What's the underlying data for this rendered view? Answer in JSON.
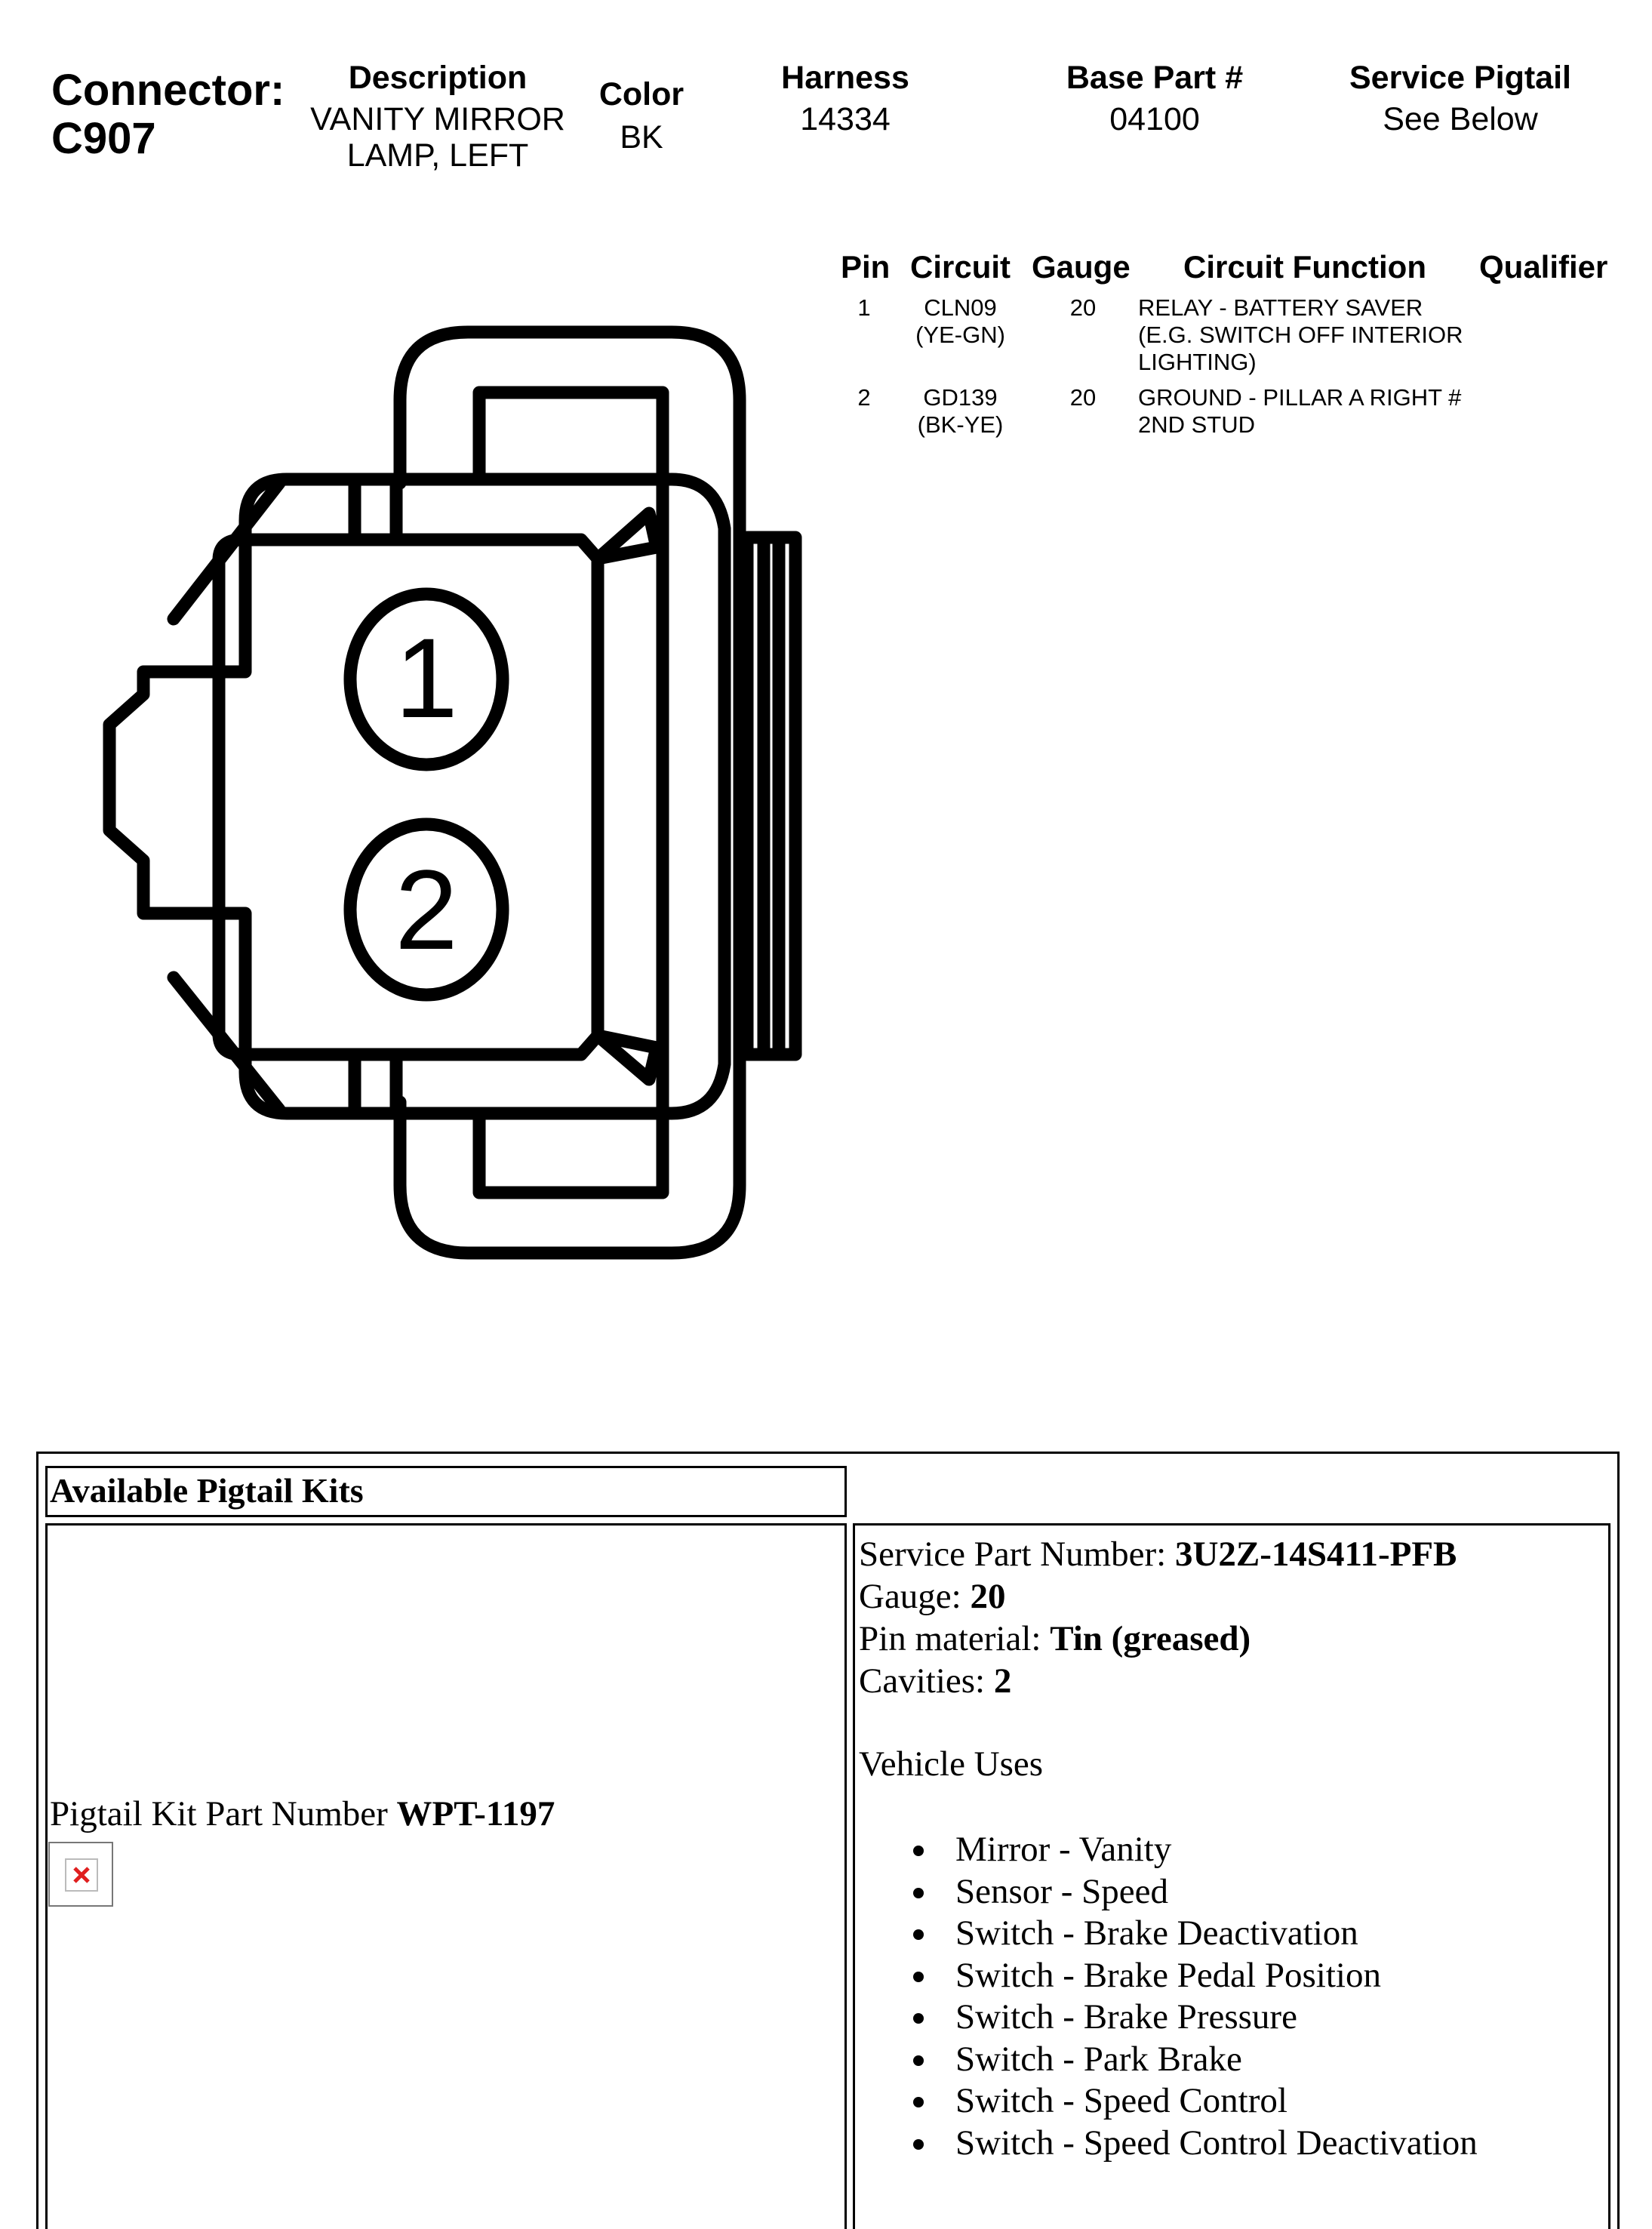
{
  "header": {
    "connector_label": "Connector:",
    "connector_id": "C907",
    "description_label": "Description",
    "description_line1": "VANITY MIRROR",
    "description_line2": "LAMP, LEFT",
    "color_label": "Color",
    "color_value": "BK",
    "harness_label": "Harness",
    "harness_value": "14334",
    "base_part_label": "Base Part #",
    "base_part_value": "04100",
    "service_pigtail_label": "Service Pigtail",
    "service_pigtail_value": "See Below"
  },
  "pin_table": {
    "headers": [
      "Pin",
      "Circuit",
      "Gauge",
      "Circuit Function",
      "Qualifier"
    ],
    "rows": [
      {
        "pin": "1",
        "circuit": "CLN09",
        "circuit_color": "(YE-GN)",
        "gauge": "20",
        "function_lines": [
          "RELAY - BATTERY SAVER",
          "(E.G. SWITCH OFF INTERIOR",
          "LIGHTING)"
        ],
        "qualifier": ""
      },
      {
        "pin": "2",
        "circuit": "GD139",
        "circuit_color": "(BK-YE)",
        "gauge": "20",
        "function_lines": [
          "GROUND - PILLAR A RIGHT #",
          "2ND STUD"
        ],
        "qualifier": ""
      }
    ]
  },
  "connector_drawing": {
    "cavity_labels": [
      "1",
      "2"
    ]
  },
  "pigtail_kits": {
    "title": "Available Pigtail Kits",
    "kit_part_label": "Pigtail Kit Part Number ",
    "kit_part_number": "WPT-1197",
    "service_part_label": "Service Part Number: ",
    "service_part_number": "3U2Z-14S411-PFB",
    "gauge_label": "Gauge: ",
    "gauge_value": "20",
    "pin_material_label": "Pin material: ",
    "pin_material_value": "Tin (greased)",
    "cavities_label": "Cavities: ",
    "cavities_value": "2",
    "vehicle_uses_label": "Vehicle Uses",
    "vehicle_uses": [
      "Mirror - Vanity",
      "Sensor - Speed",
      "Switch - Brake Deactivation",
      "Switch - Brake Pedal Position",
      "Switch - Brake Pressure",
      "Switch - Park Brake",
      "Switch - Speed Control",
      "Switch - Speed Control Deactivation"
    ]
  }
}
